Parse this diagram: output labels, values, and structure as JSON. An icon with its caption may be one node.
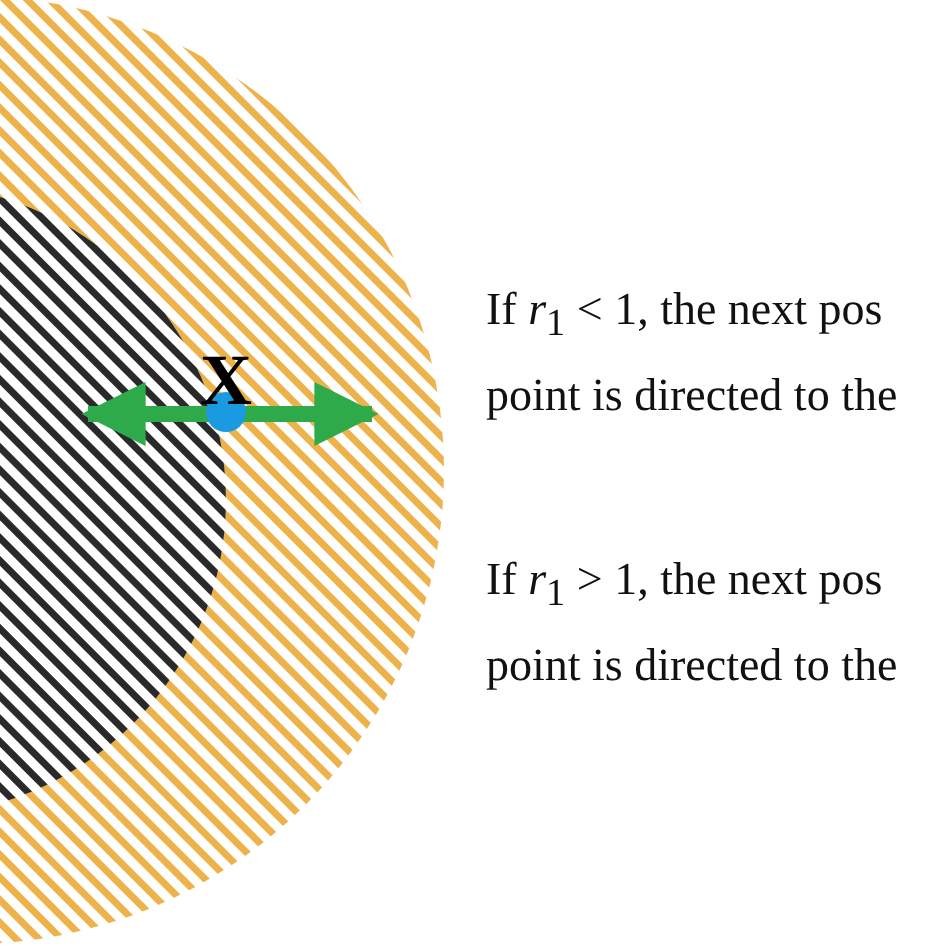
{
  "diagram": {
    "labels": [
      "X",
      "If *r*$_{1}$ < 1,  the next pos point is directed to the",
      "If *r*$_{1}$ > 1,  the next pos point is directed to the"
    ]
  }
}
